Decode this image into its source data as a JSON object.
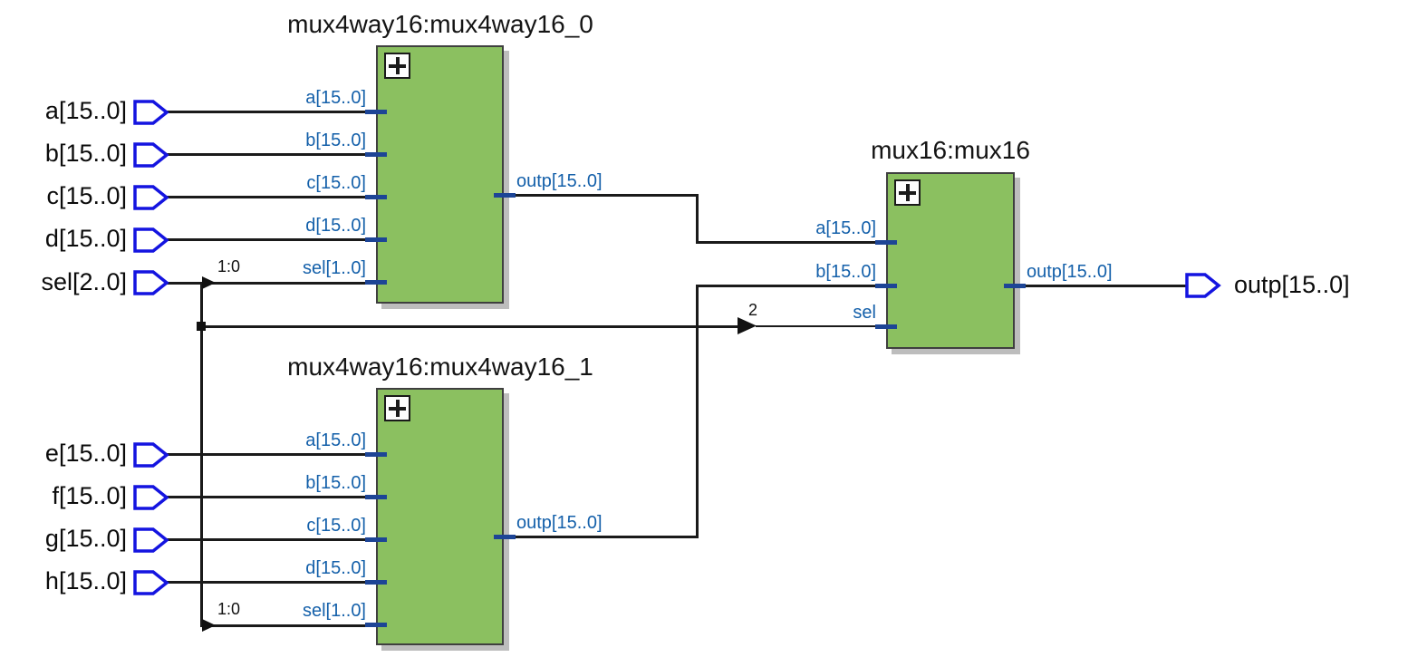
{
  "pins": {
    "inputs": [
      {
        "label": "a[15..0]"
      },
      {
        "label": "b[15..0]"
      },
      {
        "label": "c[15..0]"
      },
      {
        "label": "d[15..0]"
      },
      {
        "label": "sel[2..0]"
      },
      {
        "label": "e[15..0]"
      },
      {
        "label": "f[15..0]"
      },
      {
        "label": "g[15..0]"
      },
      {
        "label": "h[15..0]"
      }
    ],
    "outputs": [
      {
        "label": "outp[15..0]"
      }
    ]
  },
  "components": [
    {
      "title": "mux4way16:mux4way16_0",
      "ports_in": [
        "a[15..0]",
        "b[15..0]",
        "c[15..0]",
        "d[15..0]",
        "sel[1..0]"
      ],
      "ports_out": [
        "outp[15..0]"
      ]
    },
    {
      "title": "mux4way16:mux4way16_1",
      "ports_in": [
        "a[15..0]",
        "b[15..0]",
        "c[15..0]",
        "d[15..0]",
        "sel[1..0]"
      ],
      "ports_out": [
        "outp[15..0]"
      ]
    },
    {
      "title": "mux16:mux16",
      "ports_in": [
        "a[15..0]",
        "b[15..0]",
        "sel"
      ],
      "ports_out": [
        "outp[15..0]"
      ]
    }
  ],
  "bus_rip_labels": [
    {
      "text": "1:0"
    },
    {
      "text": "2"
    },
    {
      "text": "1:0"
    }
  ],
  "colors": {
    "component_fill": "#8bc060",
    "component_border": "#3f3f3f",
    "component_shadow": "#bdbdbd",
    "pin_outline": "#1414e0",
    "port_stub": "#1d4596",
    "port_label": "#1460aa",
    "wire": "#1a1a1a",
    "label_text": "#111111",
    "background": "#ffffff"
  }
}
